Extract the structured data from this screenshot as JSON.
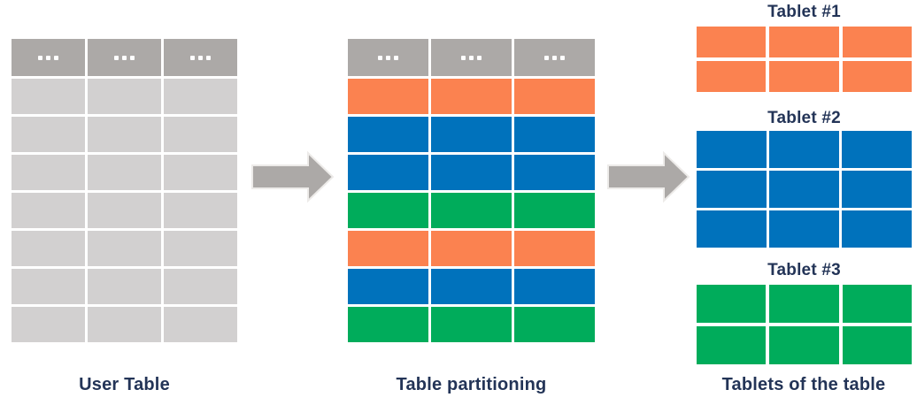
{
  "palette": {
    "orange": "#FB8250",
    "blue": "#0072BC",
    "green": "#00AC5B",
    "header_gray": "#ACA9A7",
    "row_gray": "#D2D0D0",
    "arrow_gray": "#ACA9A7",
    "arrow_outline": "#EDEBE9",
    "label_navy": "#233457",
    "dot_white": "#FFFFFF",
    "background": "#FFFFFF"
  },
  "user_table": {
    "label": "User Table",
    "columns": 3,
    "header_ellipsis": "...",
    "rows": [
      "row_gray",
      "row_gray",
      "row_gray",
      "row_gray",
      "row_gray",
      "row_gray",
      "row_gray"
    ]
  },
  "partitioned_table": {
    "label": "Table partitioning",
    "columns": 3,
    "header_ellipsis": "...",
    "rows": [
      "orange",
      "blue",
      "blue",
      "green",
      "orange",
      "blue",
      "green"
    ]
  },
  "tablets_section": {
    "label": "Tablets of the table",
    "tablets": [
      {
        "title": "Tablet #1",
        "color": "orange",
        "rows": 2,
        "columns": 3
      },
      {
        "title": "Tablet #2",
        "color": "blue",
        "rows": 3,
        "columns": 3
      },
      {
        "title": "Tablet #3",
        "color": "green",
        "rows": 2,
        "columns": 3
      }
    ]
  }
}
